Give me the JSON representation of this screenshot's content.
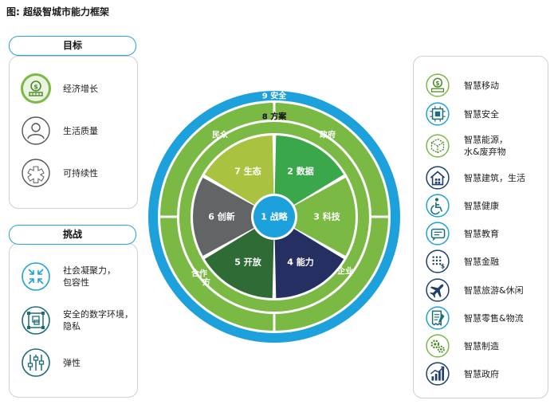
{
  "figure_title": "图: 超级智城市能力框架",
  "goals": {
    "title": "目标",
    "items": [
      "经济增长",
      "生活质量",
      "可持续性"
    ]
  },
  "challenges": {
    "title": "挑战",
    "items": [
      {
        "line1": "社会凝聚力，",
        "line2": "包容性"
      },
      {
        "line1": "安全的数字环境，",
        "line2": "隐私"
      },
      {
        "line1": "弹性",
        "line2": ""
      }
    ]
  },
  "wheel": {
    "outer_ring": "9 安全",
    "plan_ring": "8 方案",
    "center": "1 战略",
    "stakeholders": {
      "citizens": "民众",
      "government": "政府",
      "enterprise": "企业",
      "partners_1": "合作",
      "partners_2": "方"
    },
    "segments": [
      "2 数据",
      "3 科技",
      "4 能力",
      "5 开放",
      "6 创新",
      "7 生态"
    ]
  },
  "domains": [
    {
      "label": "智慧移动",
      "label2": "",
      "icon": "coins-icon"
    },
    {
      "label": "智慧安全",
      "label2": "",
      "icon": "chip-icon"
    },
    {
      "label": "智慧能源，",
      "label2": "水&废弃物",
      "icon": "cube-icon"
    },
    {
      "label": "智慧建筑，生活",
      "label2": "",
      "icon": "house-icon"
    },
    {
      "label": "智慧健康",
      "label2": "",
      "icon": "accessibility-icon"
    },
    {
      "label": "智慧教育",
      "label2": "",
      "icon": "chat-icon"
    },
    {
      "label": "智慧金融",
      "label2": "",
      "icon": "finance-icon"
    },
    {
      "label": "智慧旅游&休闲",
      "label2": "",
      "icon": "airplane-icon"
    },
    {
      "label": "智慧零售&物流",
      "label2": "",
      "icon": "receipt-icon"
    },
    {
      "label": "智慧制造",
      "label2": "",
      "icon": "gears-icon"
    },
    {
      "label": "智慧政府",
      "label2": "",
      "icon": "growth-chart-icon"
    }
  ],
  "colors": {
    "blue_ring": "#1da1dc",
    "green_ring": "#7bb945",
    "segment_data": "#3aa84a",
    "segment_tech": "#7bb945",
    "segment_capability": "#262f61",
    "segment_open": "#2e6b35",
    "segment_innovation": "#636466",
    "segment_ecosystem": "#a9c23f",
    "center": "#1da1dc",
    "panel_title_border": "#27a3d6"
  }
}
